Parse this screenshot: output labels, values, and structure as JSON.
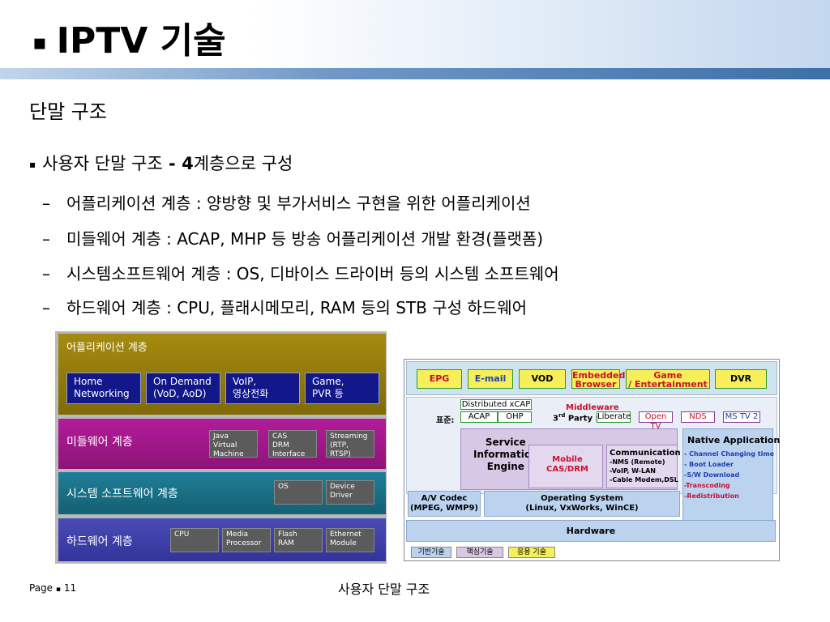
{
  "slide": {
    "title": "IPTV 기술",
    "title_bullet": "▪",
    "subtitle": "단말 구조",
    "heading_pre": "사용자 단말 구조",
    "heading_dash": " - 4",
    "heading_post": "계층으로 구성",
    "items": [
      "어플리케이션 계층 : 양방향 및 부가서비스 구현을 위한 어플리케이션",
      "미들웨어 계층 : ACAP, MHP 등 방송 어플리케이션 개발 환경(플랫폼)",
      "시스템소프트웨어 계층 : OS, 디바이스 드라이버 등의 시스템 소프트웨어",
      "하드웨어 계층 : CPU, 플래시메모리, RAM 등의 STB 구성 하드웨어"
    ],
    "dash": "–"
  },
  "left_diagram": {
    "layers": [
      {
        "label": "어플리케이션 계층",
        "color": "#8f780d"
      },
      {
        "label": "미들웨어 계층",
        "color": "#a5178c"
      },
      {
        "label": "시스템 소프트웨어 계층",
        "color": "#1b6f86"
      },
      {
        "label": "하드웨어 계층",
        "color": "#3d3ea8"
      }
    ],
    "apps": [
      [
        "Home",
        "Networking"
      ],
      [
        "On Demand",
        "(VoD, AoD)"
      ],
      [
        "VoIP,",
        "영상전화"
      ],
      [
        "Game,",
        "PVR 등"
      ]
    ],
    "middleware_modules": [
      [
        "Java",
        "Virtual",
        "Machine"
      ],
      [
        "CAS",
        "DRM",
        "Interface"
      ],
      [
        "Streaming",
        "(RTP,",
        "RTSP)"
      ]
    ],
    "system_modules": [
      [
        "OS"
      ],
      [
        "Device",
        "Driver"
      ]
    ],
    "hardware_modules": [
      [
        "CPU"
      ],
      [
        "Media",
        "Processor"
      ],
      [
        "Flash",
        "RAM"
      ],
      [
        "Ethernet",
        "Module"
      ]
    ]
  },
  "right_diagram": {
    "top_apps": [
      "EPG",
      "E-mail",
      "VOD",
      "Embedded Browser",
      "Game / Entertainment",
      "DVR"
    ],
    "embedded_1": "Embedded",
    "embedded_2": "Browser",
    "game_1": "Game",
    "game_2": "/ Entertainment",
    "distributed": "Distributed xCAP",
    "standard_label": "표준:",
    "acap": "ACAP",
    "ohp": "OHP",
    "middleware": "Middleware",
    "third_party_pre": "3",
    "third_party_sup": "rd",
    "third_party_post": " Party :",
    "liberate": "Liberate",
    "opentv": "Open TV",
    "nds": "NDS",
    "mstv": "MS TV 2",
    "sie_1": "Service",
    "sie_2": "Information",
    "sie_3": "Engine",
    "mobile_1": "Mobile",
    "mobile_2": "CAS/DRM",
    "comm_title": "Communication",
    "comm_items": [
      "-NMS (Remote)",
      "-VoIP, W-LAN",
      "-Cable Modem,DSL"
    ],
    "native_title": "Native Application",
    "native_items": [
      "- Channel Changing time",
      "- Boot Loader",
      "-S/W Download",
      "-Transcoding",
      "-Redistribution"
    ],
    "av_1": "A/V Codec",
    "av_2": "(MPEG, WMP9)",
    "os_1": "Operating System",
    "os_2": "(Linux, VxWorks, WinCE)",
    "hardware": "Hardware",
    "legend": [
      "기반기술",
      "핵심기술",
      "응용 기술"
    ],
    "colors": {
      "base": "#bcd3f0",
      "core": "#d7c8e6",
      "app": "#f6ef5a",
      "accent_red": "#c8102e",
      "accent_blue": "#1c3fb0"
    }
  },
  "footer": {
    "page": "Page",
    "bullet": "▪",
    "number": "11",
    "center": "사용자 단말 구조"
  }
}
